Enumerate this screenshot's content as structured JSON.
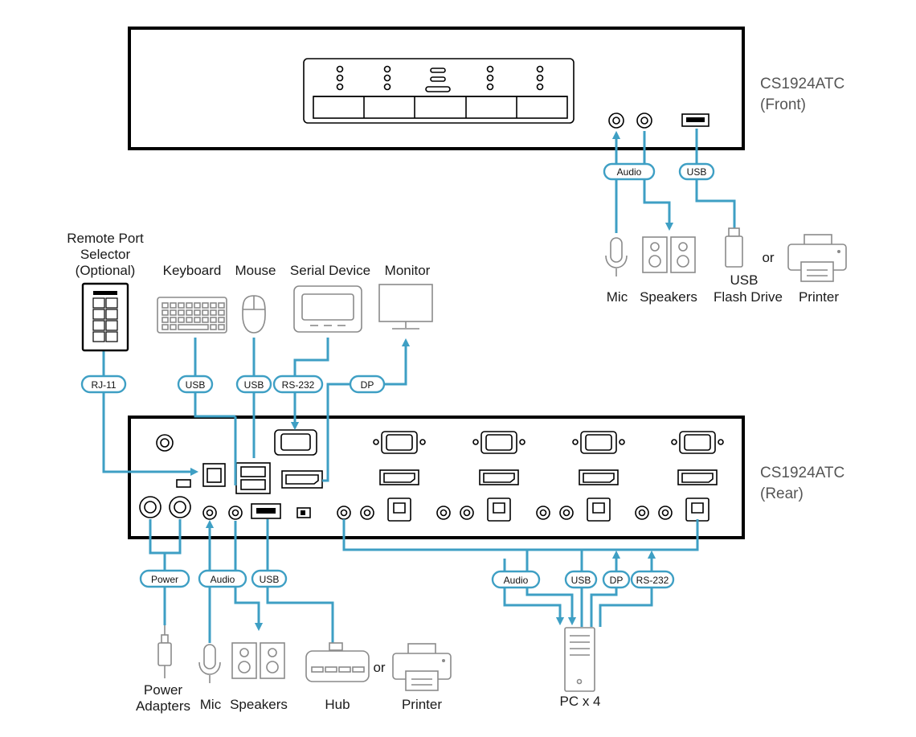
{
  "front": {
    "model": "CS1924ATC",
    "view": "(Front)"
  },
  "rear": {
    "model": "CS1924ATC",
    "view": "(Rear)"
  },
  "devices": {
    "remote_port_selector": [
      "Remote Port",
      "Selector",
      "(Optional)"
    ],
    "keyboard": "Keyboard",
    "mouse": "Mouse",
    "serial_device": "Serial Device",
    "monitor": "Monitor",
    "front_mic": "Mic",
    "front_speakers": "Speakers",
    "front_usb_flash": [
      "USB",
      "Flash Drive"
    ],
    "front_or": "or",
    "front_printer": "Printer",
    "power_adapters": [
      "Power",
      "Adapters"
    ],
    "rear_mic": "Mic",
    "rear_speakers": "Speakers",
    "hub": "Hub",
    "rear_or": "or",
    "rear_printer": "Printer",
    "pc": "PC x 4"
  },
  "cable_labels": {
    "front_audio": "Audio",
    "front_usb": "USB",
    "rj11": "RJ-11",
    "keyboard_usb": "USB",
    "mouse_usb": "USB",
    "rs232": "RS-232",
    "dp": "DP",
    "power": "Power",
    "rear_audio": "Audio",
    "rear_usb": "USB",
    "pc_audio": "Audio",
    "pc_usb": "USB",
    "pc_dp": "DP",
    "pc_rs232": "RS-232"
  },
  "colors": {
    "cable": "#3e9fc4",
    "device_outline": "#8a8a8a",
    "unit_outline": "#000000"
  }
}
